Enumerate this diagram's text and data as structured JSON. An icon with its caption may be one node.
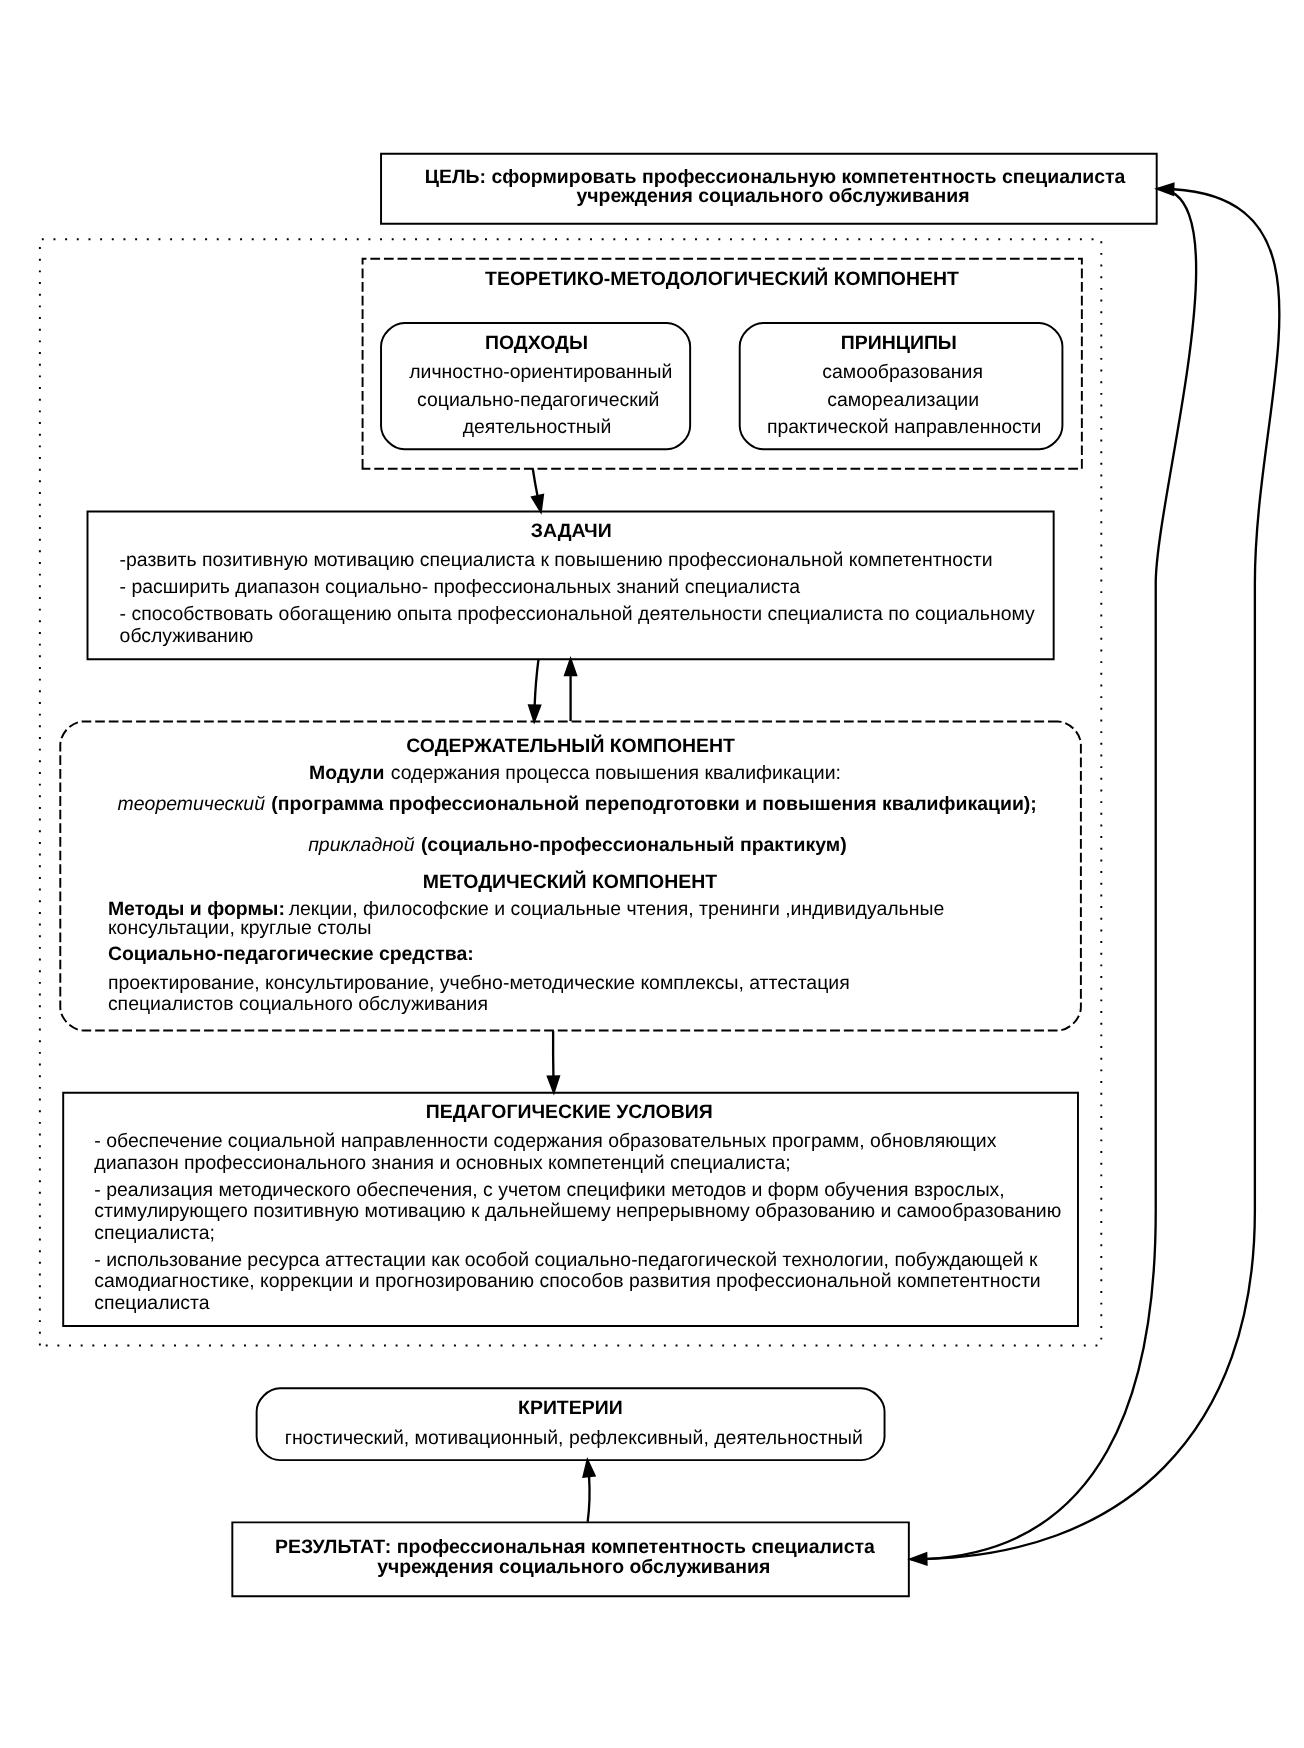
{
  "diagram": {
    "nodes": [
      {
        "text": [
          "ЦЕЛЬ: сформировать профессиональную компетентность специалиста учреждения социального обслуживания"
        ]
      },
      {
        "text": [],
        "shape": "box"
      },
      {
        "text": [
          "ТЕОРЕТИКО-МЕТОДОЛОГИЧЕСКИЙ КОМПОНЕНТ"
        ],
        "in": 1
      },
      {
        "text": [
          "ПОДХОДЫ",
          "личностно-ориентированный",
          "социально-педагогический",
          "деятельностный"
        ],
        "in": 2
      },
      {
        "text": [
          "ПРИНЦИПЫ",
          "самообразования",
          "самореализации",
          "практической направленности"
        ],
        "in": 2
      },
      {
        "text": [
          "ЗАДАЧИ",
          "-развить позитивную мотивацию специалиста к повышению профессиональной компетентности",
          "- расширить диапазон социально- профессиональных знаний специалиста",
          "- способствовать обогащению опыта профессиональной деятельности специалиста по социальному обслуживанию"
        ],
        "in": 1
      },
      {
        "text": [
          "СОДЕРЖАТЕЛЬНЫЙ КОМПОНЕНТ",
          "**Модули** содержания процесса повышения квалификации: *теоретический* **(программа профессиональной переподготовки и повышения квалификации);** *прикладной* **(социально-профессиональный практикум)**",
          "МЕТОДИЧЕСКИЙ КОМПОНЕНТ",
          "**Методы и формы:** лекции, философские и социальные чтения, тренинги ,индивидуальные консультации, круглые столы",
          "Социально-педагогические средства:",
          "проектирование, консультирование, учебно-методические комплексы, аттестация специалистов социального обслуживания"
        ],
        "in": 1
      },
      {
        "text": [
          "ПЕДАГОГИЧЕСКИЕ УСЛОВИЯ",
          "- обеспечение социальной направленности содержания образовательных программ, обновляющих диапазон профессионального знания и основных компетенций специалиста;",
          "- реализация методического обеспечения, с учетом специфики методов и форм обучения взрослых, стимулирующего позитивную мотивацию к дальнейшему непрерывному образованию и самообразованию специалиста;",
          "- использование ресурса аттестации как особой социально-педагогической технологии, побуждающей к самодиагностике, коррекции и прогнозированию способов развития профессиональной компетентности специалиста"
        ],
        "in": 1
      },
      {
        "text": [
          "КРИТЕРИИ",
          "гностический, мотивационный, рефлексивный, деятельностный"
        ]
      },
      {
        "text": [
          "РЕЗУЛЬТАТ: профессиональная компетентность специалиста учреждения социального обслуживания"
        ]
      }
    ],
    "edges": [
      {
        "from": 2,
        "to": 5,
        "arrow": "to"
      },
      {
        "from": 6,
        "to": 5,
        "arrow": "to"
      },
      {
        "from": 5,
        "to": 6,
        "arrow": "to"
      },
      {
        "from": 6,
        "to": 7,
        "arrow": "to"
      },
      {
        "from": 9,
        "to": 8,
        "arrow": "to"
      },
      {
        "from": 0,
        "to": 9,
        "arrow": "to"
      },
      {
        "from": 9,
        "to": 0,
        "arrow": "to"
      }
    ]
  }
}
